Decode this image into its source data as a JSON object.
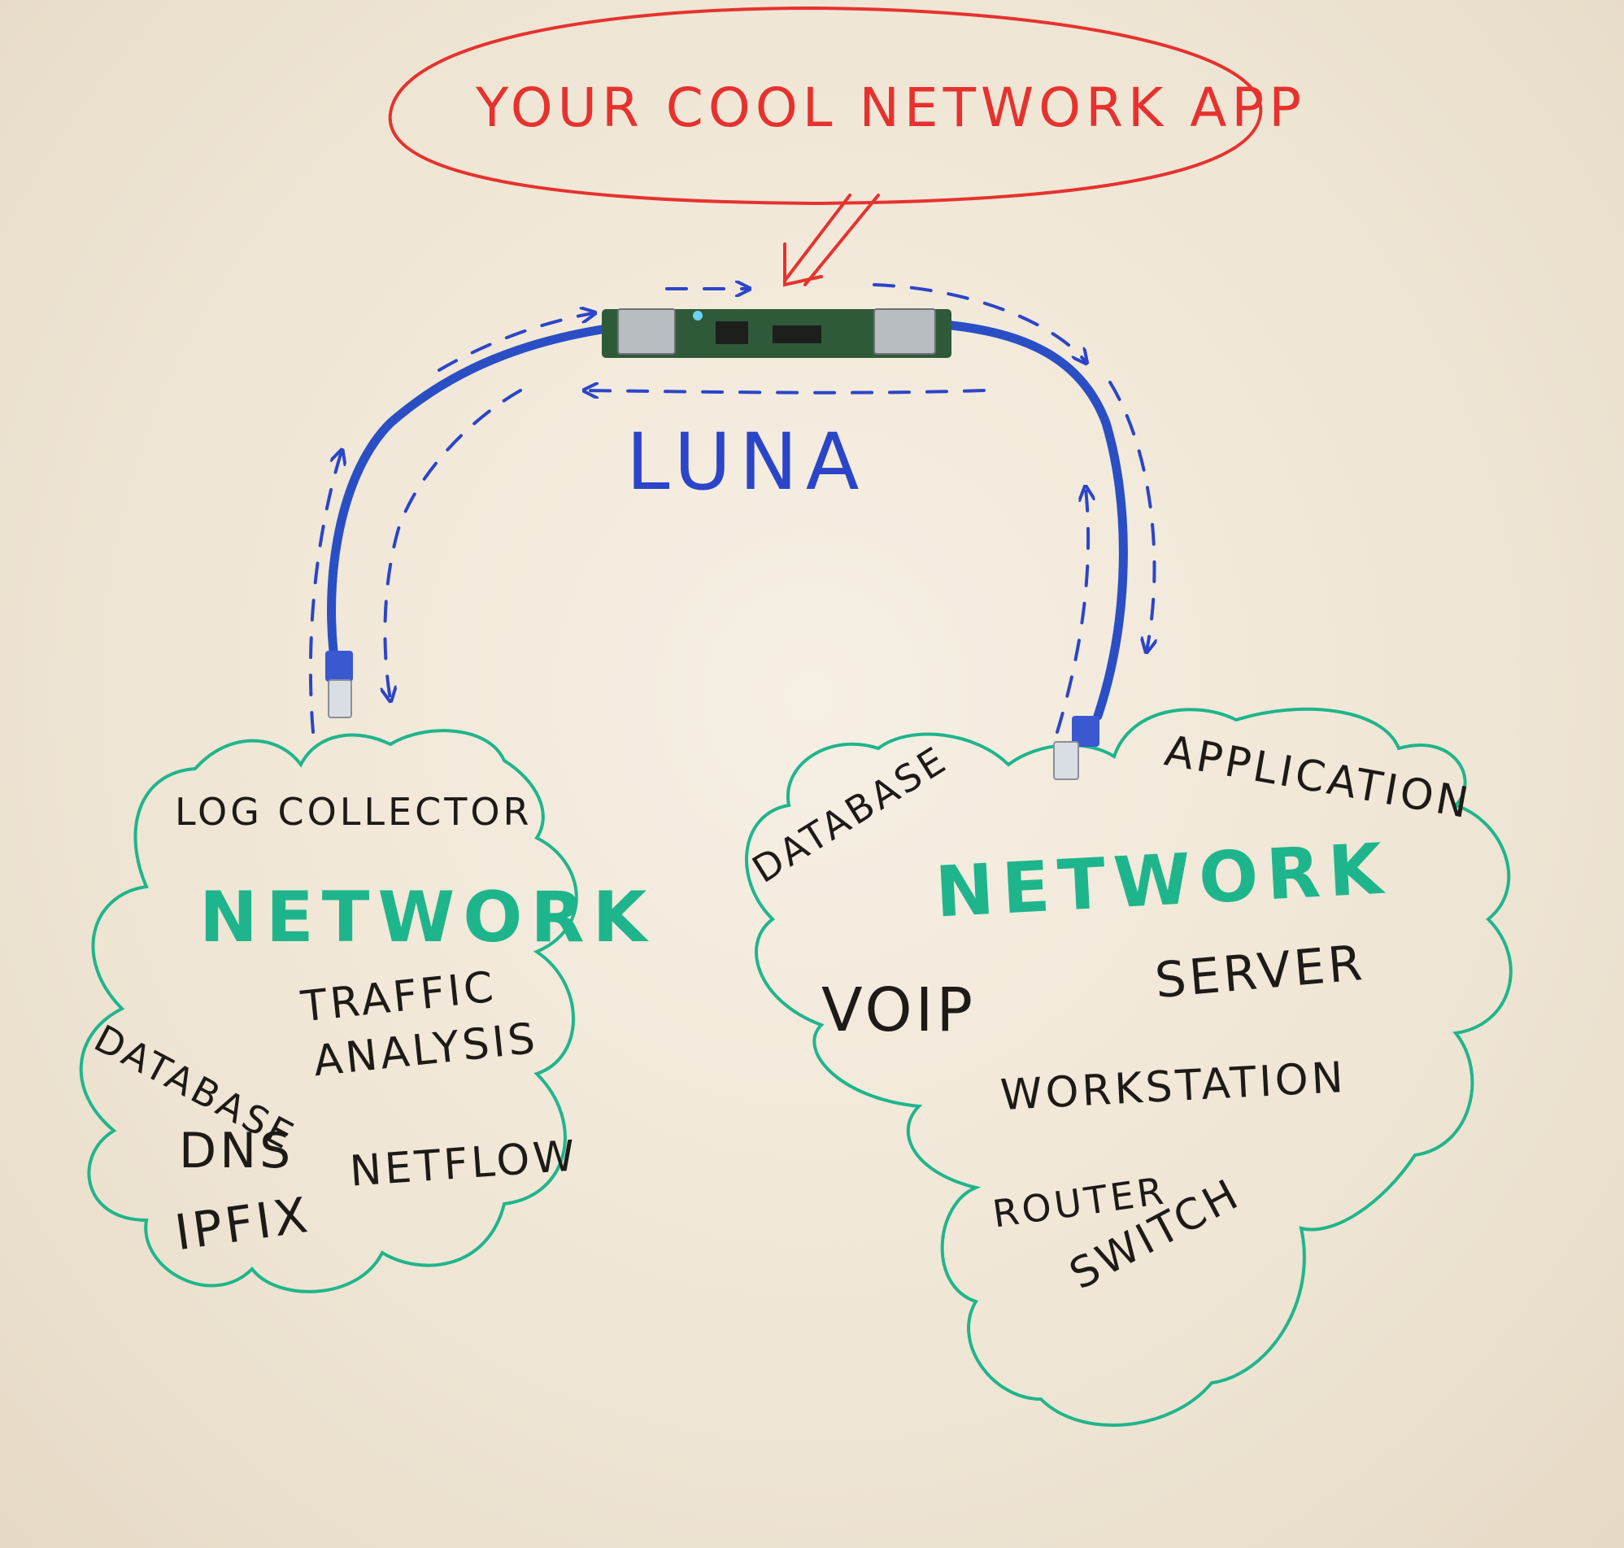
{
  "app_label": "Your Cool Network App",
  "device_label": "LUNA",
  "left_network": {
    "title": "Network",
    "items": {
      "log_collector": "Log Collector",
      "database": "Database",
      "traffic_1": "Traffic",
      "traffic_2": "Analysis",
      "dns": "DNS",
      "netflow": "NetFlow",
      "ipfix": "IPFIX"
    }
  },
  "right_network": {
    "title": "Network",
    "items": {
      "database": "Database",
      "application": "Application",
      "voip": "VoIP",
      "server": "Server",
      "workstation": "Workstation",
      "router": "Router",
      "switch": "Switch"
    }
  },
  "colors": {
    "app_marker": "#e6322e",
    "flow_marker": "#2b45c9",
    "cloud_marker": "#1fb58c",
    "cable": "#2a4ec4",
    "pcb": "#2f5a3a",
    "ink": "#1d1a17"
  }
}
